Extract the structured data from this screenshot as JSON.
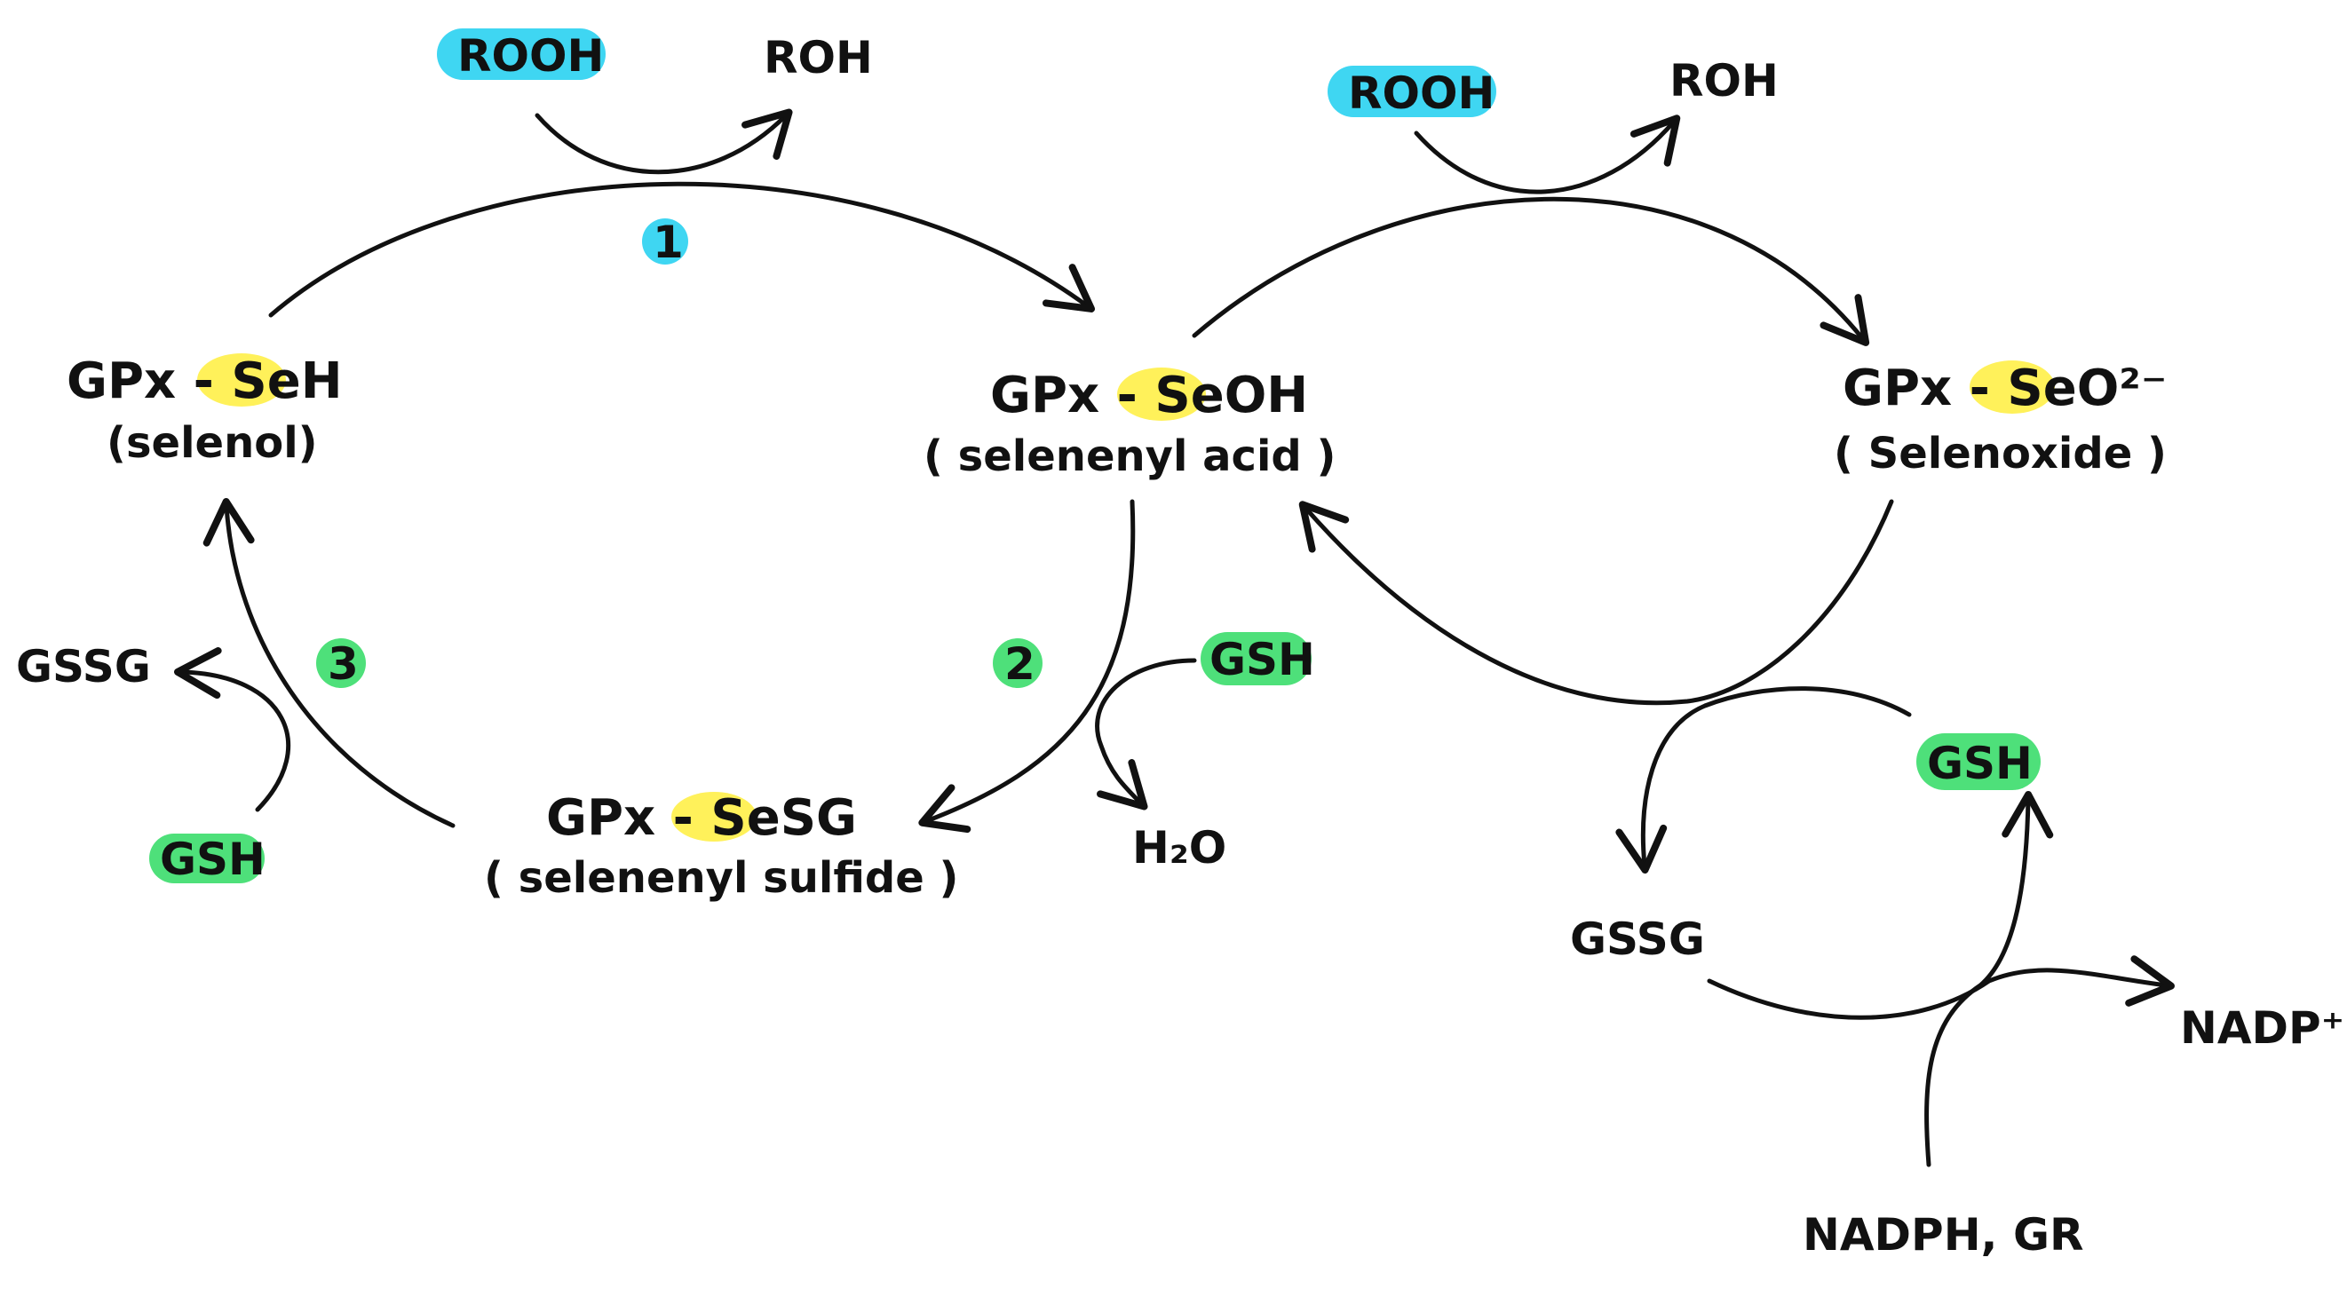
{
  "species": {
    "selenol": {
      "prefix": "GPx - ",
      "se": "Se",
      "suffix": "H",
      "name": "(selenol)"
    },
    "selenenyl_acid": {
      "prefix": "GPx - ",
      "se": "Se",
      "suffix": "OH",
      "name": "( selenenyl acid )"
    },
    "selenoxide": {
      "prefix": "GPx - ",
      "se": "Se",
      "suffix": "O²⁻",
      "name": "( Selenoxide )"
    },
    "selenenyl_sulfide": {
      "prefix": "GPx - ",
      "se": "Se",
      "suffix": "SG",
      "name": "( selenenyl sulfide )"
    }
  },
  "reagents": {
    "rooh_1": "ROOH",
    "roh_1": "ROH",
    "rooh_2": "ROOH",
    "roh_2": "ROH",
    "gsh_step2": "GSH",
    "h2o": "H₂O",
    "gsh_step3": "GSH",
    "gssg_step3": "GSSG",
    "gsh_right": "GSH",
    "gssg_right": "GSSG",
    "nadp": "NADP⁺",
    "nadph_gr": "NADPH, GR"
  },
  "steps": {
    "step1": "1",
    "step2": "2",
    "step3": "3"
  },
  "colors": {
    "peroxide_highlight": "#3fd6f2",
    "glutathione_highlight": "#4ee07a",
    "selenium_highlight": "#fff15a",
    "ink": "#111111"
  }
}
